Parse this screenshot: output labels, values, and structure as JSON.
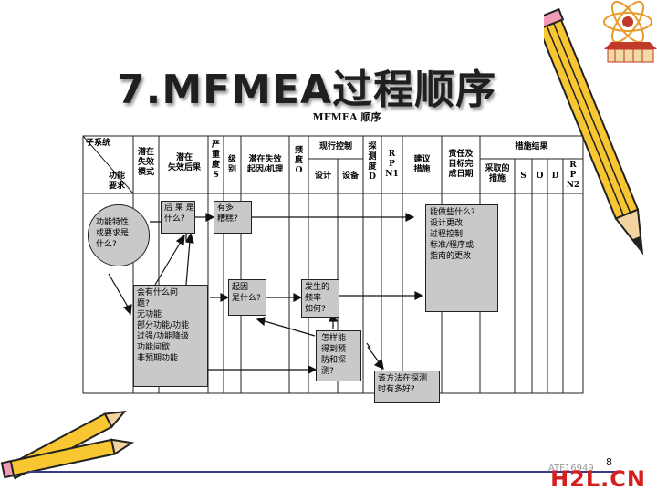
{
  "title": "7.MFMEA过程顺序",
  "subtitle": "MFMEA 顺序",
  "headers": {
    "corner_top": "子系统",
    "corner_bottom": "功能\n要求",
    "failure_mode": "潜在\n失效\n模式",
    "failure_effect": "潜在\n失效后果",
    "severity": "严\n重\n度\nS",
    "class": "级\n别",
    "cause": "潜在失效\n起因/机理",
    "occurrence": "频\n度\nO",
    "current_control": "现行控制",
    "design": "设计",
    "equipment": "设备",
    "detection": "探\n测\n度\nD",
    "rpn1": "R\nP\nN1",
    "recommended": "建议\n措施",
    "responsibility": "责任及\n目标完\n成日期",
    "results": "措施结果",
    "actions_taken": "采取的\n措施",
    "s": "S",
    "o": "O",
    "d": "D",
    "rpn2": "R\nP\nN2"
  },
  "notes": {
    "function": "功能特性\n或要求是\n什么?",
    "consequence": "后 果 是\n什么?",
    "how_bad": "有多\n糟糕?",
    "wrong": "会有什么问\n题?\n无功能\n部分功能/功能\n过强/功能降级\n功能间歇\n非预期功能",
    "cause": "起因\n是什么?",
    "frequency": "发生的\n频率\n如何?",
    "prevent": "怎样能\n得到预\n防和探\n测?",
    "detect_how": "该方法在探测\n时有多好?",
    "what_to_do": "能做些什么?\n设计更改\n过程控制\n标准/程序或\n指南的更改"
  },
  "watermark": "IATF16949",
  "page_number": "8",
  "site_logo": "H2L.CN",
  "colors": {
    "box_fill": "#c9c9c9",
    "logo_red": "#d51f1f"
  }
}
